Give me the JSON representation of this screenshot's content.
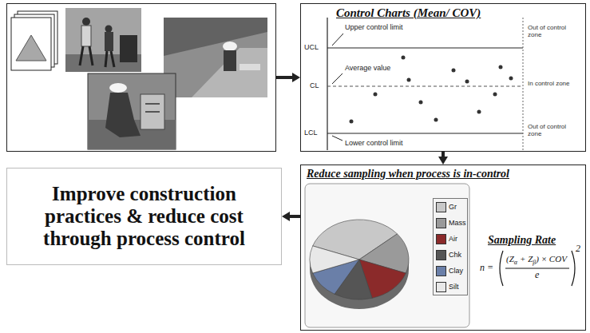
{
  "diagram": {
    "nodes": [
      {
        "text": []
      },
      {
        "text": [
          "Control Charts (Mean/ COV)"
        ]
      },
      {
        "text": [
          "Reduce sampling when process is in-control",
          "Sampling Rate"
        ]
      },
      {
        "text": [
          "Improve construction practices & reduce cost through process control"
        ]
      }
    ],
    "edges": [
      {
        "from": 0,
        "to": 1,
        "arrow": "to"
      },
      {
        "from": 1,
        "to": 2,
        "arrow": "to"
      },
      {
        "from": 2,
        "to": 3,
        "arrow": "to"
      }
    ],
    "labels": [
      "Upper control limit",
      "Average value",
      "Lower control limit",
      "UCL",
      "CL",
      "LCL",
      "Out of control zone",
      "In control zone",
      "Out of control zone",
      "n =",
      "(Z",
      "α",
      "+ Z",
      "β",
      ") × COV",
      "e",
      "2"
    ],
    "legend": [
      {
        "text": "Gr",
        "color": "#c8c8c8"
      },
      {
        "text": "Mass",
        "color": "#9a9a9a"
      },
      {
        "text": "Air",
        "color": "#8b2a2a"
      },
      {
        "text": "Chk",
        "color": "#555555"
      },
      {
        "text": "Clay",
        "color": "#6a7fa8"
      },
      {
        "text": "Silt",
        "color": "#e8e8e8"
      }
    ]
  }
}
